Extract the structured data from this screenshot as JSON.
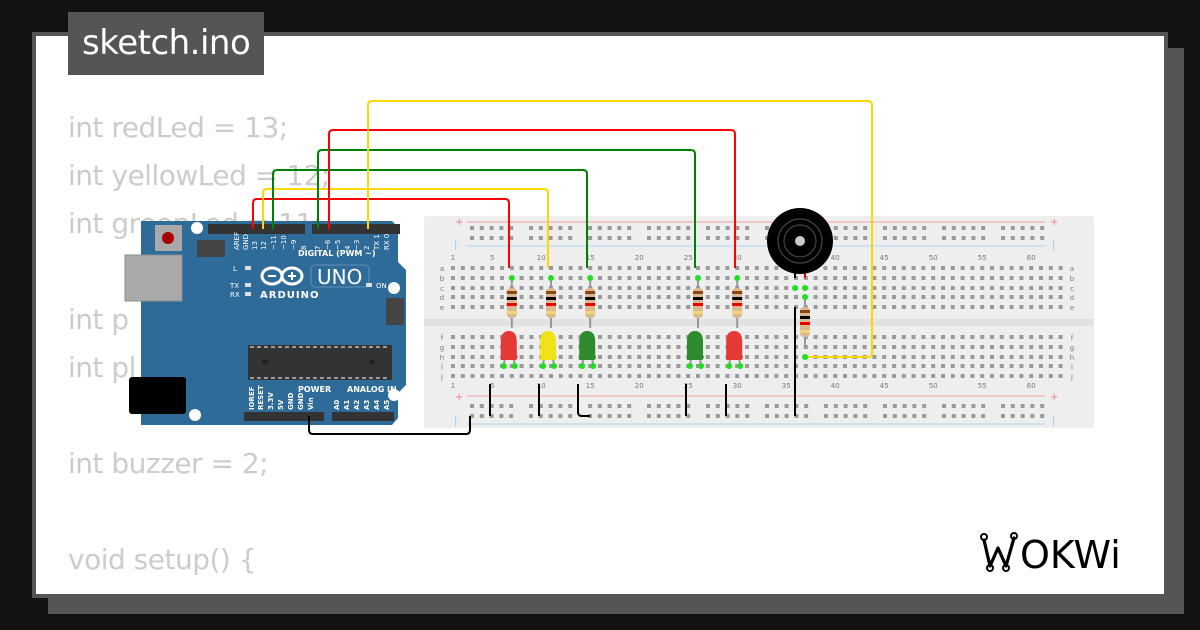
{
  "file_tab": {
    "label": "sketch.ino"
  },
  "code": {
    "lines": [
      "int redLed = 13;",
      "int yellowLed = 12;",
      "int greenLed = 11;",
      "",
      "int p",
      "int pl",
      "",
      "int buzzer = 2;",
      "",
      "void setup() {",
      "  //"
    ]
  },
  "brand": {
    "logo_text": "WOKWI"
  },
  "arduino": {
    "model_label": "UNO",
    "brand_label": "ARDUINO",
    "digital_header_label": "DIGITAL (PWM ~)",
    "power_header_label": "POWER",
    "analog_header_label": "ANALOG IN",
    "digital_pins": [
      "AREF",
      "GND",
      "13",
      "12",
      "~11",
      "~10",
      "~9",
      "8",
      "7",
      "~6",
      "~5",
      "4",
      "~3",
      "2",
      "TX 1",
      "RX 0"
    ],
    "power_pins": [
      "IOREF",
      "RESET",
      "3.3V",
      "5V",
      "GND",
      "GND",
      "Vin"
    ],
    "analog_pins": [
      "A0",
      "A1",
      "A2",
      "A3",
      "A4",
      "A5"
    ],
    "led_labels": [
      "L",
      "TX",
      "RX",
      "ON"
    ],
    "colors": {
      "board": "#2f6b99",
      "header": "#333333"
    }
  },
  "breadboard": {
    "column_markers": [
      "1",
      "5",
      "10",
      "15",
      "20",
      "25",
      "30",
      "35",
      "40",
      "45",
      "50",
      "55",
      "60"
    ],
    "rows_top": [
      "a",
      "b",
      "c",
      "d",
      "e"
    ],
    "rows_bottom": [
      "f",
      "g",
      "h",
      "i",
      "j"
    ],
    "rail_plus": "+",
    "rail_minus": "|",
    "colors": {
      "body": "#eeeeee",
      "plus_line": "#f4a0a0",
      "minus_line": "#a8d8ee"
    }
  },
  "components": {
    "leds": [
      {
        "color_name": "red",
        "fill": "#e53935",
        "pin": "13",
        "column": 7
      },
      {
        "color_name": "yellow",
        "fill": "#f0e21a",
        "pin": "12",
        "column": 11
      },
      {
        "color_name": "green",
        "fill": "#2e8b2e",
        "pin": "11",
        "column": 15
      },
      {
        "color_name": "green",
        "fill": "#2e8b2e",
        "pin": "7",
        "column": 26
      },
      {
        "color_name": "red",
        "fill": "#e53935",
        "pin": "6",
        "column": 30
      }
    ],
    "buzzer": {
      "pin": "2",
      "column": 37
    },
    "wires": [
      {
        "color": "#ff0000",
        "from": "13"
      },
      {
        "color": "#ffd700",
        "from": "12"
      },
      {
        "color": "#008000",
        "from": "11"
      },
      {
        "color": "#008000",
        "from": "7"
      },
      {
        "color": "#ff0000",
        "from": "6"
      },
      {
        "color": "#ffd700",
        "from": "2"
      },
      {
        "color": "#000000",
        "from": "GND"
      }
    ]
  }
}
